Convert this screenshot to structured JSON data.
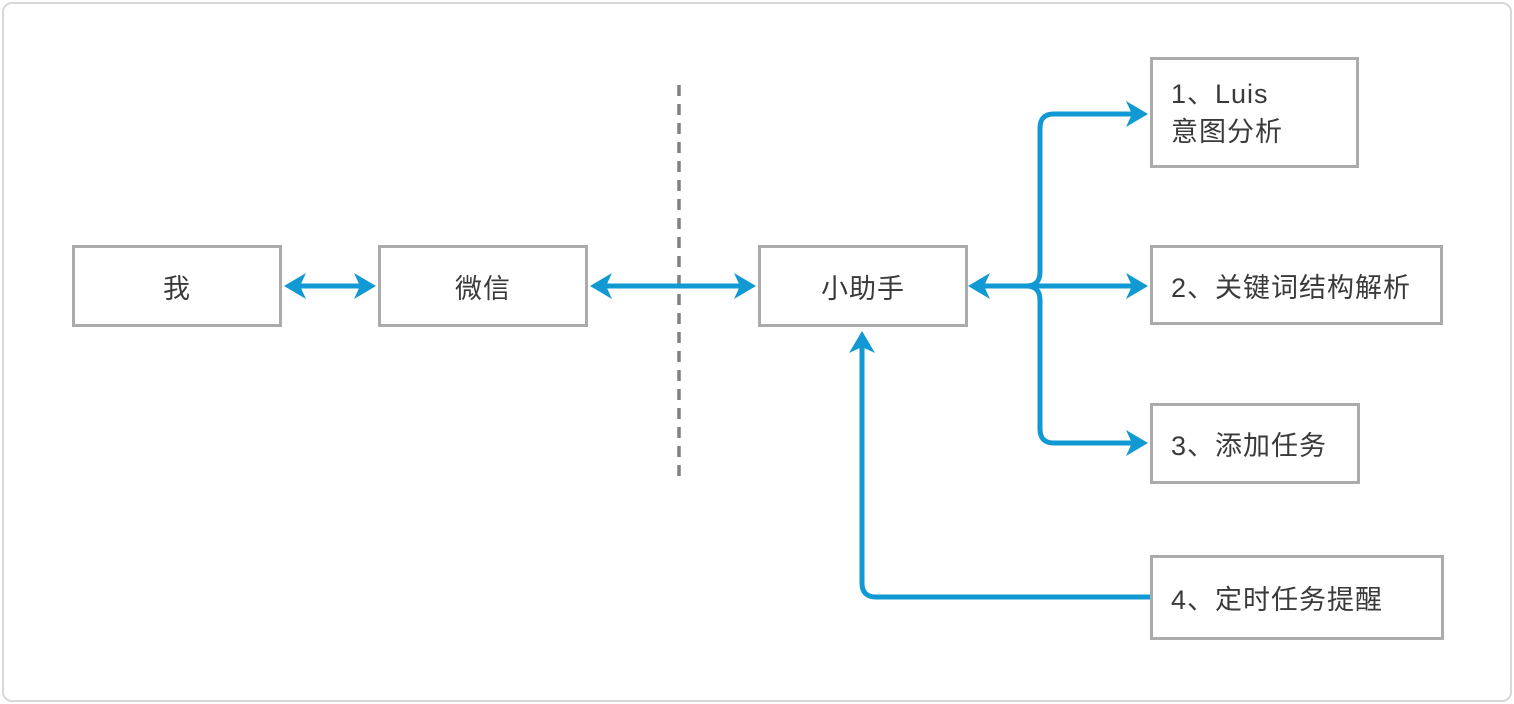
{
  "diagram": {
    "colors": {
      "accent": "#1099D2",
      "box_border": "#ABABAB",
      "text": "#3A3A3A",
      "divider": "#808080",
      "frame_border": "#D8D8D8",
      "background": "#FFFFFF"
    },
    "nodes": {
      "me": {
        "label": "我"
      },
      "wechat": {
        "label": "微信"
      },
      "assistant": {
        "label": "小助手"
      },
      "step1": {
        "line1": "1、Luis",
        "line2": "意图分析"
      },
      "step2": {
        "label": "2、关键词结构解析"
      },
      "step3": {
        "label": "3、添加任务"
      },
      "step4": {
        "label": "4、定时任务提醒"
      }
    }
  }
}
